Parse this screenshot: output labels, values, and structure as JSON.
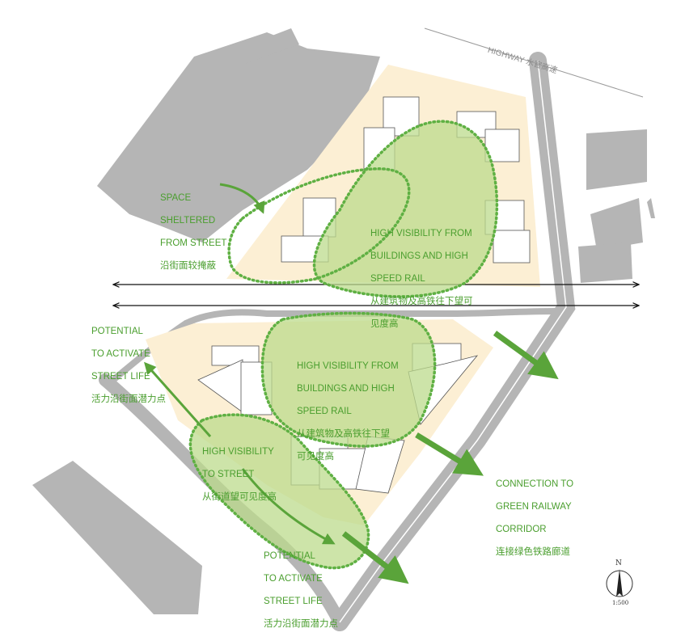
{
  "labels": {
    "sheltered": [
      "SPACE",
      "SHELTERED",
      "FROM STREET",
      "沿街面较掩蔽"
    ],
    "visibility_north": [
      "HIGH VISIBILITY FROM",
      "BUILDINGS AND HIGH",
      "SPEED RAIL",
      "从建筑物及高铁往下望可",
      "见度高"
    ],
    "potential_west": [
      "POTENTIAL",
      "TO ACTIVATE",
      "STREET LIFE",
      "活力沿街面潜力点"
    ],
    "visibility_south": [
      "HIGH VISIBILITY FROM",
      "BUILDINGS AND HIGH",
      "SPEED RAIL",
      "从建筑物及高铁往下望",
      "可见度高"
    ],
    "visibility_street": [
      "HIGH VISIBILITY",
      "TO STREET",
      "从街道望可见度高"
    ],
    "connection": [
      "CONNECTION TO",
      "GREEN RAILWAY",
      "CORRIDOR",
      "连接绿色铁路廊道"
    ],
    "potential_south": [
      "POTENTIAL",
      "TO ACTIVATE",
      "STREET LIFE",
      "活力沿街面潜力点"
    ]
  },
  "road": {
    "highway": "HIGHWAY  水官高速"
  },
  "scale": {
    "north": "N",
    "ratio": "1:500"
  },
  "colors": {
    "green_text": "#4a9e2e",
    "zone_fill": "#b9d98a",
    "dotted_line": "#5fb043",
    "site_fill": "#fbefd3",
    "block_gray": "#b3b3b3",
    "arrow": "#5aa43a"
  }
}
